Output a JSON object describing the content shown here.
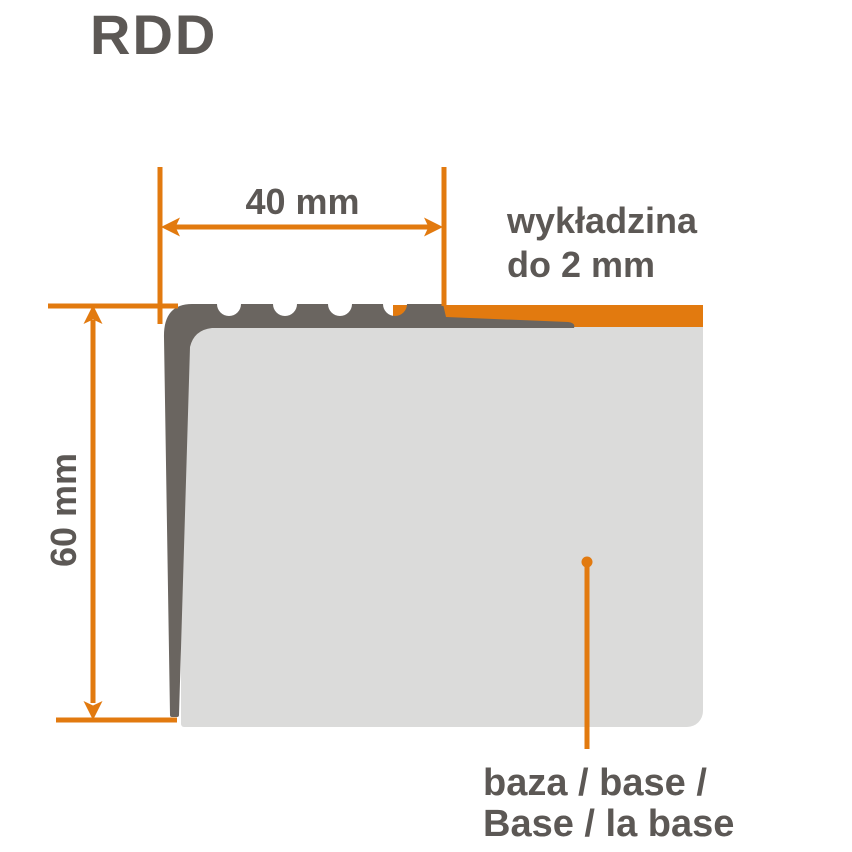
{
  "title": "RDD",
  "colors": {
    "accent_orange": "#E27A0F",
    "profile_gray": "#6A6560",
    "base_gray": "#DBDBDA",
    "text_gray": "#5C5855"
  },
  "dimensions": {
    "width_label": "40 mm",
    "height_label": "60 mm"
  },
  "labels": {
    "covering_line1": "wykładzina",
    "covering_line2": "do 2 mm",
    "base_line1": "baza / base /",
    "base_line2": "Base / la base"
  }
}
